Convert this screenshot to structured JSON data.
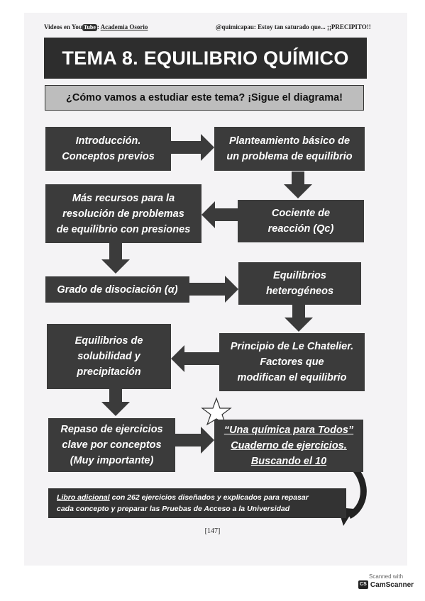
{
  "header": {
    "left_prefix": "Videos en You",
    "left_badge": "Tube",
    "left_sep": ": ",
    "left_link": "Academia Osorio",
    "right_text": "@quimicapau: Estoy tan saturado que... ¡¡PRECIPITO!!"
  },
  "title": "TEMA 8. EQUILIBRIO QUÍMICO",
  "subtitle": "¿Cómo vamos a estudiar este tema? ¡Sigue el diagrama!",
  "boxes": [
    {
      "lines": [
        "Introducción.",
        "Conceptos previos"
      ]
    },
    {
      "lines": [
        "Planteamiento básico de",
        "un problema de equilibrio"
      ]
    },
    {
      "lines": [
        "Cociente de",
        "reacción (Qc)"
      ]
    },
    {
      "lines": [
        "Más recursos para la",
        "resolución de problemas",
        "de equilibrio con presiones"
      ]
    },
    {
      "lines": [
        "Grado de disociación (α)"
      ]
    },
    {
      "lines": [
        "Equilibrios",
        "heterogéneos"
      ]
    },
    {
      "lines": [
        "Principio de Le Chatelier.",
        "Factores que",
        "modifican el equilibrio"
      ]
    },
    {
      "lines": [
        "Equilibrios de",
        "solubilidad y",
        "precipitación"
      ]
    },
    {
      "lines": [
        "Repaso de ejercicios",
        "clave por conceptos",
        "(Muy importante)"
      ]
    },
    {
      "lines": [
        "“Una química para Todos”",
        "Cuaderno de ejercicios.",
        "Buscando el 10"
      ]
    }
  ],
  "footer": {
    "lead": "Libro adicional",
    "line1_rest": " con 262 ejercicios diseñados y explicados para repasar",
    "line2": "cada concepto y preparar las Pruebas de Acceso a la Universidad"
  },
  "page_number": "[147]",
  "scanner": {
    "top": "Scanned with",
    "logo": "CS",
    "brand": "CamScanner"
  }
}
